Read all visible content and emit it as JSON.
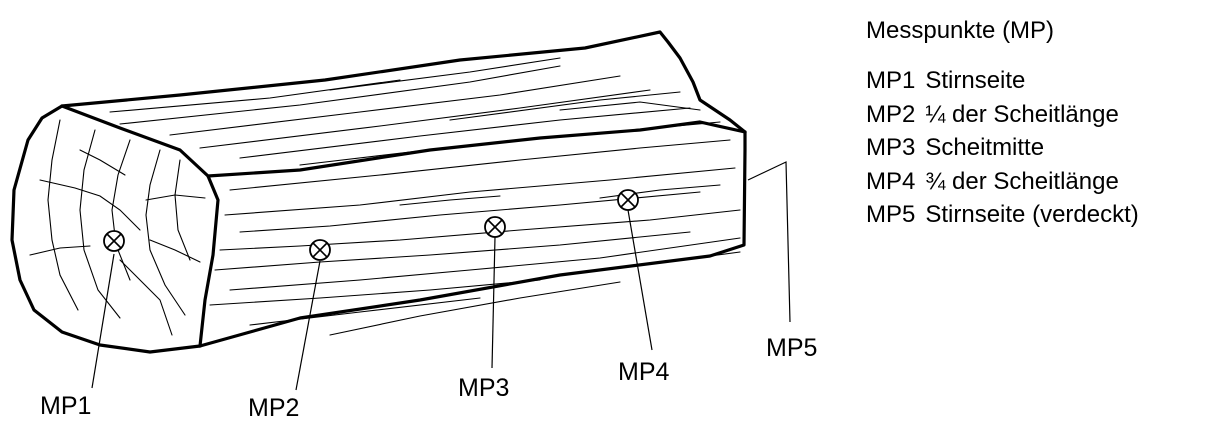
{
  "legend": {
    "title": "Messpunkte (MP)",
    "items": [
      {
        "code": "MP1",
        "text": "Stirnseite"
      },
      {
        "code": "MP2",
        "text": "¼ der Scheitlänge"
      },
      {
        "code": "MP3",
        "text": "Scheitmitte"
      },
      {
        "code": "MP4",
        "text": "¾ der Scheitlänge"
      },
      {
        "code": "MP5",
        "text": "Stirnseite (verdeckt)"
      }
    ]
  },
  "callouts": {
    "mp1": "MP1",
    "mp2": "MP2",
    "mp3": "MP3",
    "mp4": "MP4",
    "mp5": "MP5"
  }
}
